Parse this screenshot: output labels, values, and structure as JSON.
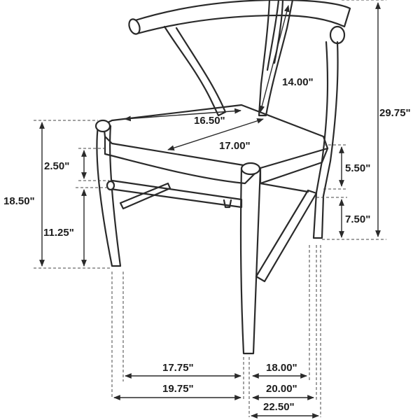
{
  "dimensions": {
    "seat_depth": "14.00\"",
    "seat_width_diag": "16.50\"",
    "seat_width": "17.00\"",
    "overall_height": "29.75\"",
    "seat_height": "18.50\"",
    "seat_thickness": "2.50\"",
    "stretcher_height": "11.25\"",
    "arm_to_seat": "5.50\"",
    "front_stretcher_height": "7.50\"",
    "front_leg_span_inner": "17.75\"",
    "front_leg_span_outer": "19.75\"",
    "side_leg_span_inner": "18.00\"",
    "side_leg_span_outer": "20.00\"",
    "overall_depth": "22.50\""
  }
}
